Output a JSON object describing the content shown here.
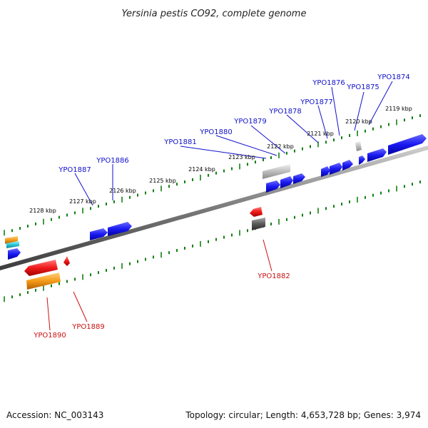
{
  "title": "Yersinia pestis CO92, complete genome",
  "footer": {
    "accession": "Accession: NC_003143",
    "summary": "Topology: circular; Length: 4,653,728 bp; Genes: 3,974"
  },
  "colors": {
    "background": "#ffffff",
    "backbone": "#777777",
    "ticks": "#138013",
    "forward_gene": "#1010ee",
    "forward_label": "#1010cc",
    "reverse_gene": "#ee1010",
    "reverse_label": "#cc1010",
    "orange_gene": "#f59a17",
    "cyan_gene": "#2cc8d8",
    "gray_gene": "#b8b8b8",
    "dark_gray_gene": "#585858"
  },
  "kbp_labels": [
    "2119 kbp",
    "2120 kbp",
    "2121 kbp",
    "2122 kbp",
    "2123 kbp",
    "2124 kbp",
    "2125 kbp",
    "2126 kbp",
    "2127 kbp",
    "2128 kbp"
  ],
  "forward_labels": [
    "YPO1874",
    "YPO1875",
    "YPO1876",
    "YPO1877",
    "YPO1878",
    "YPO1879",
    "YPO1880",
    "YPO1881",
    "YPO1886",
    "YPO1887"
  ],
  "reverse_labels": [
    "YPO1882",
    "YPO1889",
    "YPO1890"
  ]
}
